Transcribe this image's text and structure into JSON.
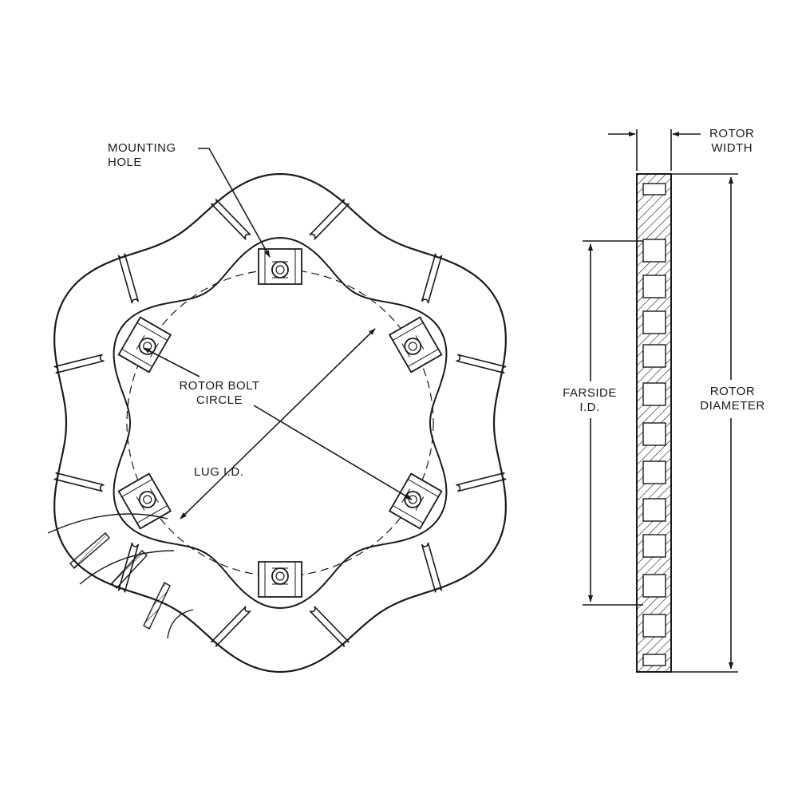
{
  "labels": {
    "mounting_hole": [
      "MOUNTING",
      "HOLE"
    ],
    "rotor_bolt_circle": [
      "ROTOR BOLT",
      "CIRCLE"
    ],
    "lug_id": "LUG I.D.",
    "farside_id": [
      "FARSIDE",
      "I.D."
    ],
    "rotor_width": [
      "ROTOR",
      "WIDTH"
    ],
    "rotor_diameter": [
      "ROTOR",
      "DIAMETER"
    ]
  },
  "colors": {
    "line": "#1a1a1a",
    "background": "#ffffff"
  }
}
